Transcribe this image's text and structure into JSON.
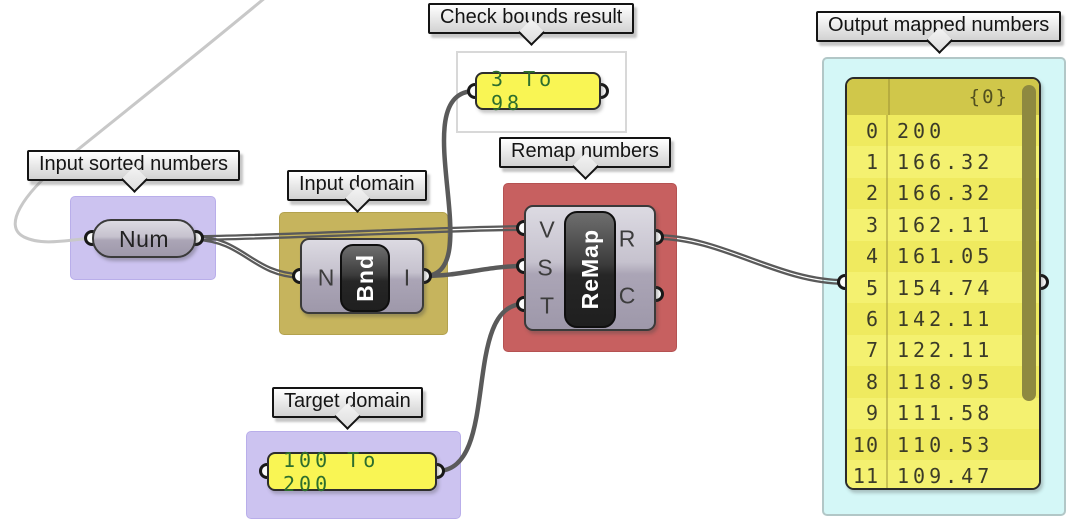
{
  "callouts": {
    "input_numbers": "Input sorted numbers",
    "input_domain": "Input domain",
    "check_bounds": "Check bounds result",
    "remap": "Remap numbers",
    "target_domain": "Target domain",
    "output": "Output mapped numbers"
  },
  "components": {
    "number_source": {
      "label": "Num"
    },
    "bounds": {
      "label": "Bnd",
      "input_n": "N",
      "output_i": "I"
    },
    "remap": {
      "label": "ReMap",
      "input_v": "V",
      "input_s": "S",
      "input_t": "T",
      "output_r": "R",
      "output_c": "C"
    }
  },
  "panels": {
    "check_bounds": {
      "value": "3 To 98"
    },
    "target_domain": {
      "value": "100 To 200"
    },
    "output": {
      "path_header": "{0}",
      "rows": [
        {
          "index": "0",
          "value": "200"
        },
        {
          "index": "1",
          "value": "166.32"
        },
        {
          "index": "2",
          "value": "166.32"
        },
        {
          "index": "3",
          "value": "162.11"
        },
        {
          "index": "4",
          "value": "161.05"
        },
        {
          "index": "5",
          "value": "154.74"
        },
        {
          "index": "6",
          "value": "142.11"
        },
        {
          "index": "7",
          "value": "122.11"
        },
        {
          "index": "8",
          "value": "118.95"
        },
        {
          "index": "9",
          "value": "111.58"
        },
        {
          "index": "10",
          "value": "110.53"
        },
        {
          "index": "11",
          "value": "109.47"
        }
      ]
    }
  },
  "colors": {
    "group_purple": "#CCC3F0",
    "group_olive": "#C6B45D",
    "group_red": "#C76060",
    "group_cyan": "#D4F7F7",
    "panel_yellow": "#F9F554",
    "panel_header": "#D0C74A",
    "wire": "#5A5A5A",
    "wire_faded": "#C8C8C8",
    "domain_text": "#2D6E2D"
  }
}
